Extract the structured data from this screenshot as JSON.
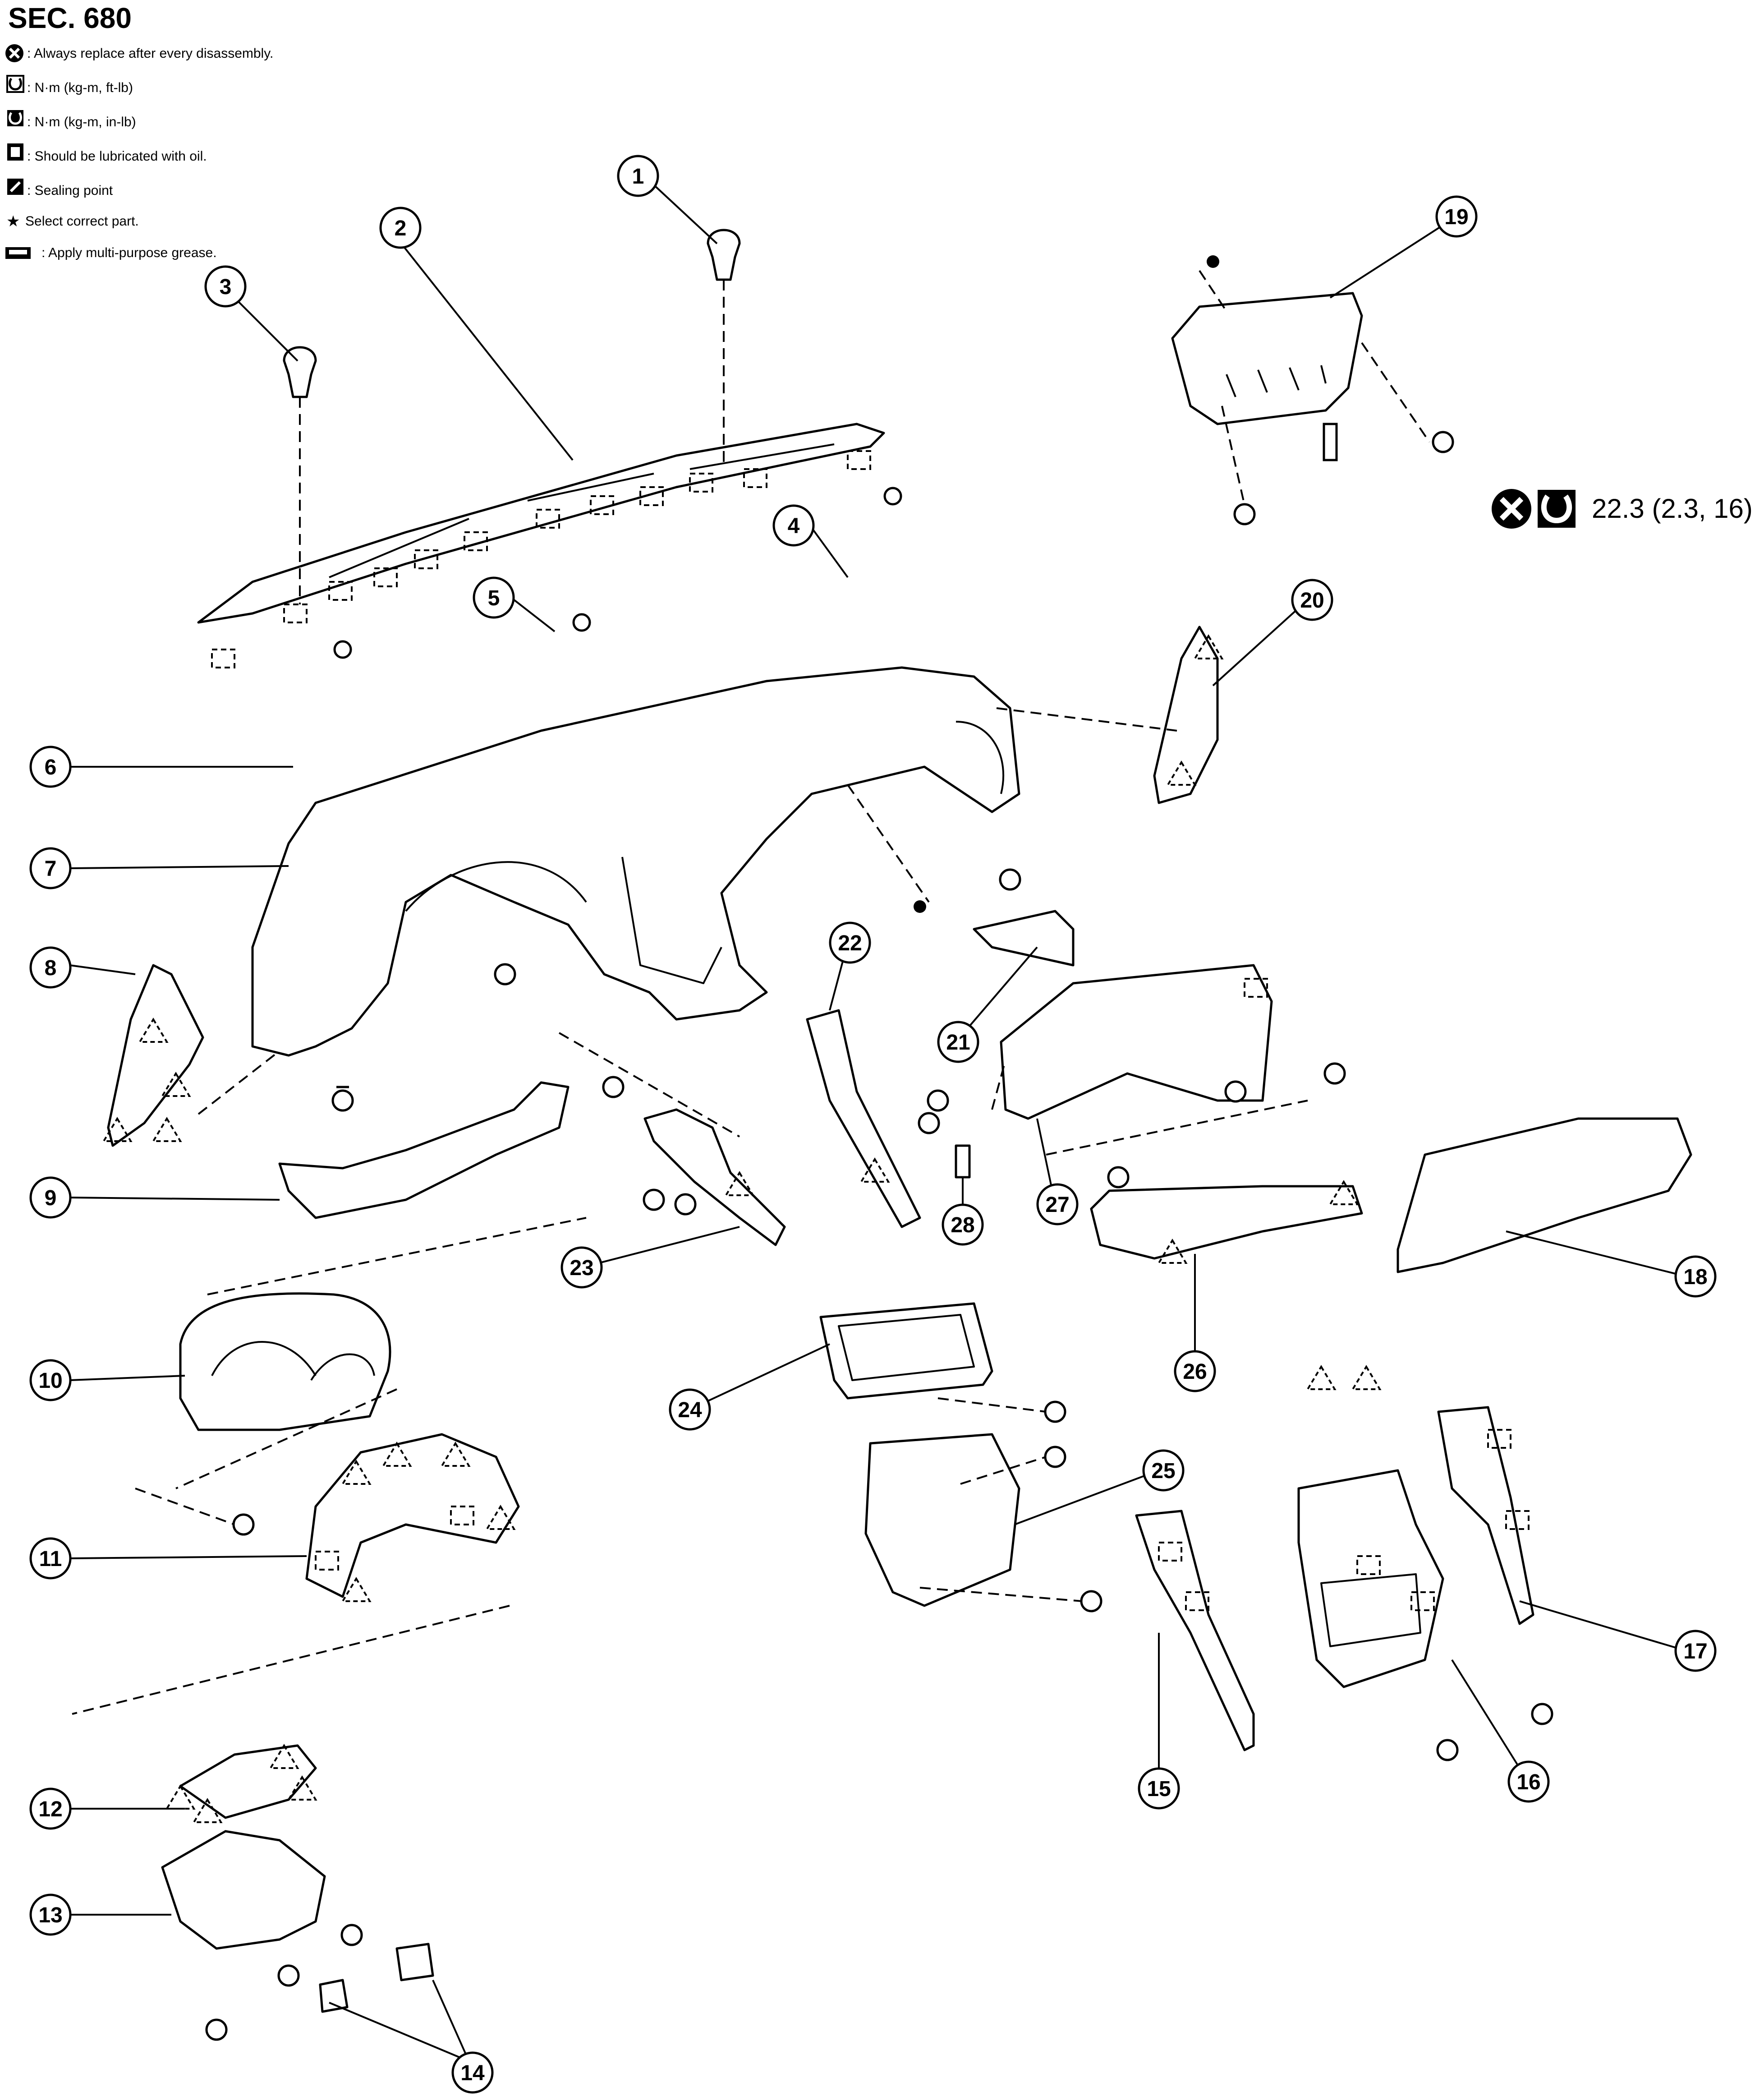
{
  "header": {
    "section": "SEC. 680"
  },
  "legend": [
    {
      "symbol": "replace-icon",
      "text": ": Always replace after every disassembly."
    },
    {
      "symbol": "torque-ftlb-icon",
      "text": ": N·m (kg-m, ft-lb)"
    },
    {
      "symbol": "torque-inlb-icon",
      "text": ": N·m (kg-m, in-lb)"
    },
    {
      "symbol": "oil-icon",
      "text": ": Should be lubricated with oil."
    },
    {
      "symbol": "sealing-icon",
      "text": ": Sealing point"
    },
    {
      "symbol": "star-icon",
      "text": "Select correct part."
    },
    {
      "symbol": "grease-icon",
      "text": ": Apply multi-purpose grease."
    }
  ],
  "legend_star": "★",
  "torque_spec": "22.3 (2.3, 16)",
  "callouts": [
    "1",
    "2",
    "3",
    "4",
    "5",
    "6",
    "7",
    "8",
    "9",
    "10",
    "11",
    "12",
    "13",
    "14",
    "15",
    "16",
    "17",
    "18",
    "19",
    "20",
    "21",
    "22",
    "23",
    "24",
    "25",
    "26",
    "27",
    "28"
  ]
}
